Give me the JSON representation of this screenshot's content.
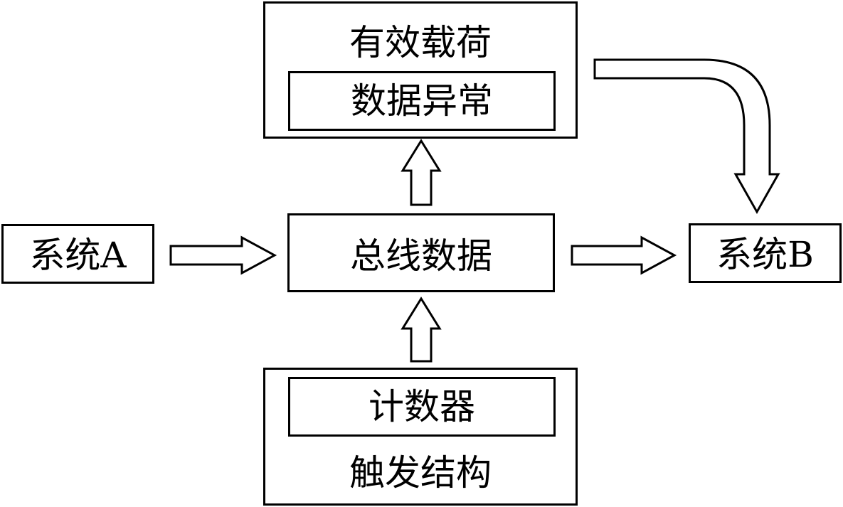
{
  "diagram": {
    "payload_box": {
      "title": "有效载荷",
      "inner_label": "数据异常"
    },
    "system_a": {
      "label": "系统A"
    },
    "bus_data": {
      "label": "总线数据"
    },
    "system_b": {
      "label": "系统B"
    },
    "trigger_box": {
      "inner_label": "计数器",
      "title": "触发结构"
    }
  }
}
